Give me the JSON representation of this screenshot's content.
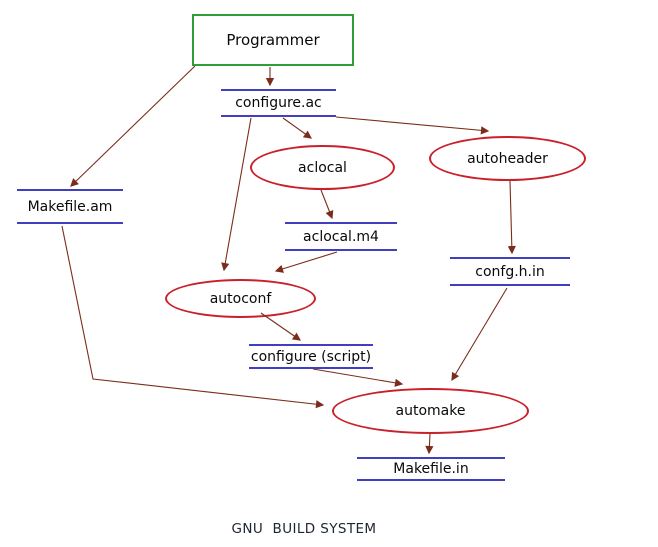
{
  "diagram": {
    "caption": "GNU  BUILD SYSTEM",
    "nodes": {
      "programmer": {
        "label": "Programmer",
        "type": "process-box"
      },
      "configure_ac": {
        "label": "configure.ac",
        "type": "file"
      },
      "aclocal": {
        "label": "aclocal",
        "type": "tool-ellipse"
      },
      "autoheader": {
        "label": "autoheader",
        "type": "tool-ellipse"
      },
      "makefile_am": {
        "label": "Makefile.am",
        "type": "file"
      },
      "aclocal_m4": {
        "label": "aclocal.m4",
        "type": "file"
      },
      "autoconf": {
        "label": "autoconf",
        "type": "tool-ellipse"
      },
      "confg_h_in": {
        "label": "confg.h.in",
        "type": "file"
      },
      "configure_script": {
        "label": "configure (script)",
        "type": "file"
      },
      "automake": {
        "label": "automake",
        "type": "tool-ellipse"
      },
      "makefile_in": {
        "label": "Makefile.in",
        "type": "file"
      }
    },
    "edges": [
      {
        "from": "programmer",
        "to": "configure_ac"
      },
      {
        "from": "programmer",
        "to": "makefile_am"
      },
      {
        "from": "configure_ac",
        "to": "aclocal"
      },
      {
        "from": "configure_ac",
        "to": "autoheader"
      },
      {
        "from": "configure_ac",
        "to": "autoconf"
      },
      {
        "from": "aclocal",
        "to": "aclocal_m4"
      },
      {
        "from": "aclocal_m4",
        "to": "autoconf"
      },
      {
        "from": "autoheader",
        "to": "confg_h_in"
      },
      {
        "from": "autoconf",
        "to": "configure_script"
      },
      {
        "from": "configure_script",
        "to": "automake"
      },
      {
        "from": "confg_h_in",
        "to": "automake"
      },
      {
        "from": "makefile_am",
        "to": "automake"
      },
      {
        "from": "automake",
        "to": "makefile_in"
      }
    ],
    "colors": {
      "arrow": "#7b2d1b",
      "tool_ellipse": "#c9202a",
      "file_line": "#3f3fc0",
      "box_border": "#2f9e38",
      "text": "#0a0a0a",
      "caption": "#1c2633",
      "background": "#ffffff"
    }
  }
}
